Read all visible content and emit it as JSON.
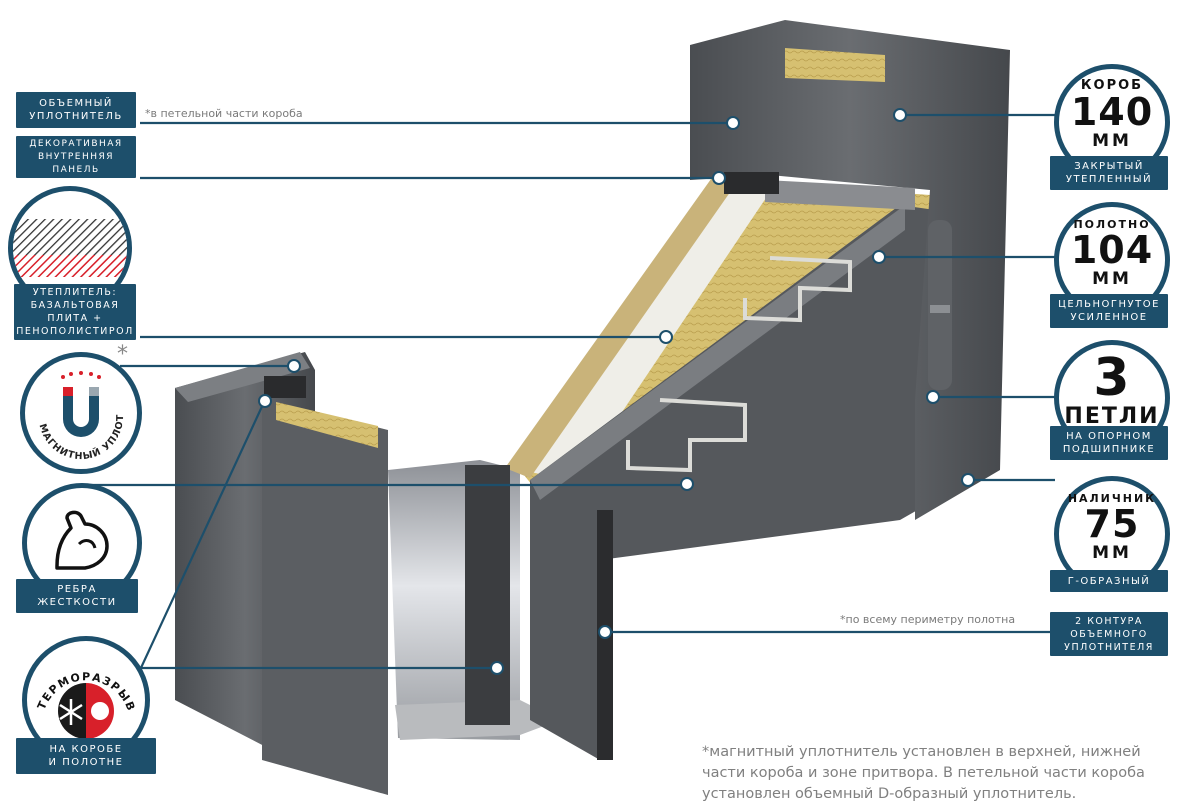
{
  "left_labels": {
    "seal": [
      "ОБЪЕМНЫЙ",
      "УПЛОТНИТЕЛЬ"
    ],
    "seal_note": "*в петельной части короба",
    "panel": [
      "ДЕКОРАТИВНАЯ",
      "ВНУТРЕННЯЯ",
      "ПАНЕЛЬ"
    ],
    "insulation": [
      "УТЕПЛИТЕЛЬ:",
      "БАЗАЛЬТОВАЯ",
      "ПЛИТА +",
      "ПЕНОПОЛИСТИРОЛ"
    ],
    "magnet_ring": "МАГНИТНЫЙ УПЛОТНИТЕЛЬ",
    "ribs": [
      "РЕБРА",
      "ЖЕСТКОСТИ"
    ],
    "thermo_ring": "ТЕРМОРАЗРЫВ",
    "thermo": [
      "НА КОРОБЕ",
      "И ПОЛОТНЕ"
    ],
    "asterisk": "*"
  },
  "right_specs": {
    "frame": {
      "top": "КОРОБ",
      "value": "140",
      "unit": "ММ",
      "label": [
        "ЗАКРЫТЫЙ",
        "УТЕПЛЕННЫЙ"
      ]
    },
    "leaf": {
      "top": "ПОЛОТНО",
      "value": "104",
      "unit": "ММ",
      "label": [
        "ЦЕЛЬНОГНУТОЕ",
        "УСИЛЕННОЕ"
      ]
    },
    "hinges": {
      "value": "3",
      "unit": "ПЕТЛИ",
      "label": [
        "НА ОПОРНОМ",
        "ПОДШИПНИКЕ"
      ]
    },
    "trim": {
      "top": "НАЛИЧНИК",
      "value": "75",
      "unit": "ММ",
      "label": [
        "Г-ОБРАЗНЫЙ"
      ]
    },
    "contours": {
      "label": [
        "2 КОНТУРА",
        "ОБЪЕМНОГО",
        "УПЛОТНИТЕЛЯ"
      ]
    },
    "contours_note": "*по всему периметру полотна"
  },
  "footnote": [
    "*магнитный уплотнитель установлен в верхней, нижней",
    "части короба и зоне притвора. В петельной части короба",
    "установлен объемный D-образный уплотнитель."
  ],
  "colors": {
    "accent": "#1d4f6b",
    "metal": "#56595d",
    "insulation": "#d6c071",
    "foam": "#efeee8",
    "thermo_red": "#d8202a"
  }
}
